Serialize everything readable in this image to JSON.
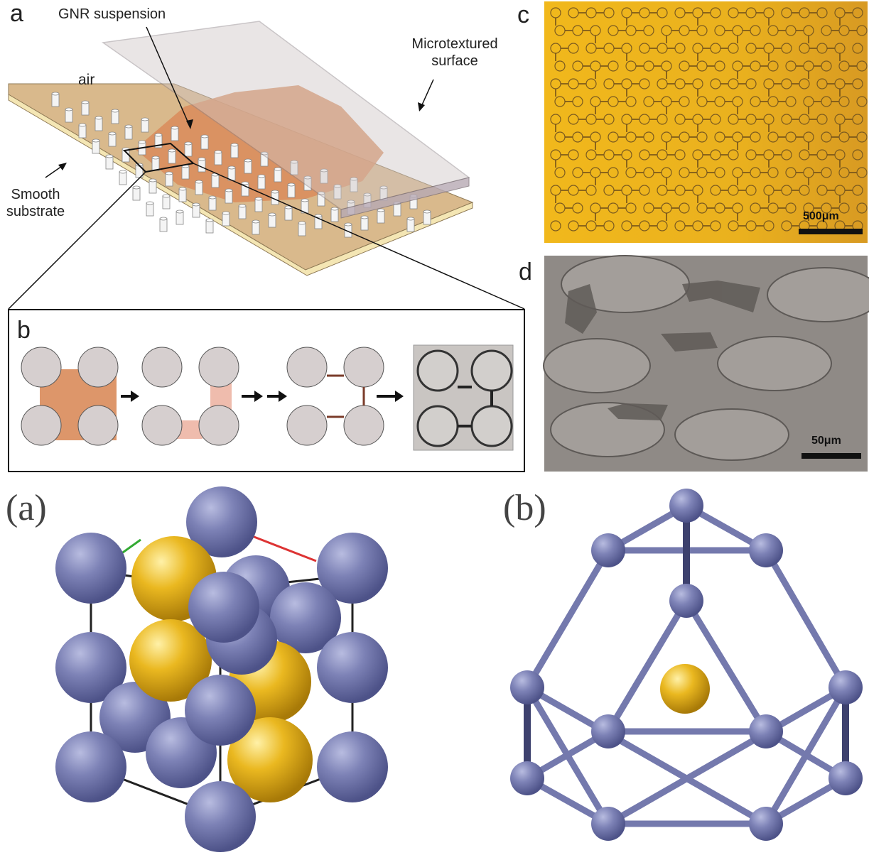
{
  "top_panels": {
    "a": {
      "letter": "a",
      "gnr_label": "GNR suspension",
      "air_label": "air",
      "micro_label": "Microtextured surface",
      "smooth_label": "Smooth substrate"
    },
    "b": {
      "letter": "b"
    },
    "c": {
      "letter": "c",
      "scale": "500μm"
    },
    "d": {
      "letter": "d",
      "scale": "50μm"
    }
  },
  "bottom_panels": {
    "a": {
      "letter": "(a)"
    },
    "b": {
      "letter": "(b)"
    }
  },
  "colors": {
    "substrate": "#d9b98c",
    "gnr": "#d98b5a",
    "pillar": "#f2f2f2",
    "optical_bg": "#e8a818",
    "sem_bg": "#8f8a86",
    "atom_blue": "#7479ad",
    "atom_gold": "#e6b21e"
  }
}
